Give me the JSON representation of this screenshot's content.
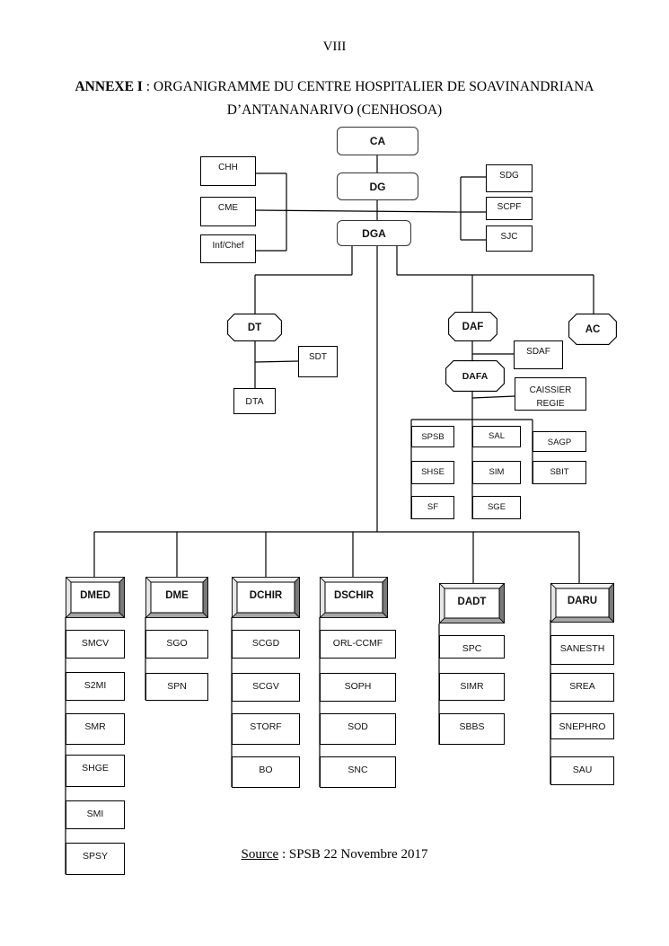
{
  "page_number": "VIII",
  "title": {
    "label": "ANNEXE I",
    "separator": " : ",
    "line1": "ORGANIGRAMME DU CENTRE HOSPITALIER DE  SOAVINANDRIANA",
    "line2": "D’ANTANANARIVO (CENHOSOA)"
  },
  "top": {
    "ca": "CA",
    "dg": "DG",
    "dga": "DGA",
    "left_advisors": [
      "CHH",
      "CME",
      "Inf/Chef"
    ],
    "right_staff": [
      "SDG",
      "SCPF",
      "SJC"
    ]
  },
  "dt_branch": {
    "head": "DT",
    "deputy": "SDT",
    "sub": "DTA"
  },
  "daf_branch": {
    "head": "DAF",
    "deputy": "SDAF",
    "dafa": "DAFA",
    "caissier_line1": "CAISSIER",
    "caissier_line2": "REGIE",
    "col1": [
      "SPSB",
      "SHSE",
      "SF"
    ],
    "col2": [
      "SAL",
      "SIM",
      "SGE"
    ],
    "col3": [
      "SAGP",
      "SBIT"
    ]
  },
  "ac": "AC",
  "departments": [
    {
      "name": "DMED",
      "services": [
        "SMCV",
        "S2MI",
        "SMR",
        "SHGE",
        "SMI",
        "SPSY"
      ]
    },
    {
      "name": "DME",
      "services": [
        "SGO",
        "SPN"
      ]
    },
    {
      "name": "DCHIR",
      "services": [
        "SCGD",
        "SCGV",
        "STORF",
        "BO"
      ]
    },
    {
      "name": "DSCHIR",
      "services": [
        "ORL-CCMF",
        "SOPH",
        "SOD",
        "SNC"
      ]
    },
    {
      "name": "DADT",
      "services": [
        "SPC",
        "SIMR",
        "SBBS"
      ]
    },
    {
      "name": "DARU",
      "services": [
        "SANESTH",
        "SREA",
        "SNEPHRO",
        "SAU"
      ]
    }
  ],
  "source": {
    "label": "Source",
    "text": " : SPSB 22 Novembre 2017"
  }
}
